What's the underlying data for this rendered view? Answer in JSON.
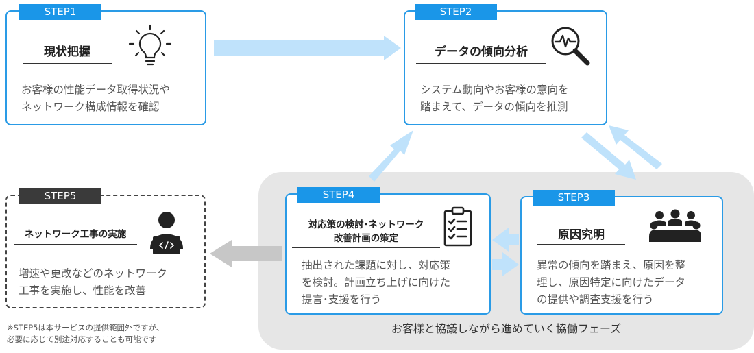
{
  "steps": {
    "step1": {
      "tab": "STEP1",
      "title": "現状把握",
      "desc_lines": [
        "お客様の性能データ取得状況や",
        "ネットワーク構成情報を確認"
      ],
      "icon": "lightbulb-icon"
    },
    "step2": {
      "tab": "STEP2",
      "title": "データの傾向分析",
      "desc_lines": [
        "システム動向やお客様の意向を",
        "踏まえて、データの傾向を推測"
      ],
      "icon": "magnifier-pulse-icon"
    },
    "step3": {
      "tab": "STEP3",
      "title": "原因究明",
      "desc_lines": [
        "異常の傾向を踏まえ、原因を整",
        "理し、原因特定に向けたデータ",
        "の提供や調査支援を行う"
      ],
      "icon": "meeting-group-icon"
    },
    "step4": {
      "tab": "STEP4",
      "title_lines": [
        "対応策の検討･ネットワーク",
        "改善計画の策定"
      ],
      "desc_lines": [
        "抽出された課題に対し、対応策",
        "を検討。計画立ち上げに向けた",
        "提言･支援を行う"
      ],
      "icon": "clipboard-checklist-icon"
    },
    "step5": {
      "tab": "STEP5",
      "title": "ネットワーク工事の実施",
      "desc_lines": [
        "増速や更改などのネットワーク",
        "工事を実施し、性能を改善"
      ],
      "icon": "engineer-laptop-icon"
    }
  },
  "phase_label": "お客様と協議しながら進めていく協働フェーズ",
  "note_lines": [
    "※STEP5は本サービスの提供範囲外ですが、",
    "必要に応じて別途対応することも可能です"
  ],
  "colors": {
    "accent": "#1a96e8",
    "border": "#2a9be6",
    "arrow": "#bfe2fb",
    "arrow_gray": "#c7c7c7",
    "phase_bg": "#e6e6e6",
    "step5_tab": "#3a3a3a"
  }
}
